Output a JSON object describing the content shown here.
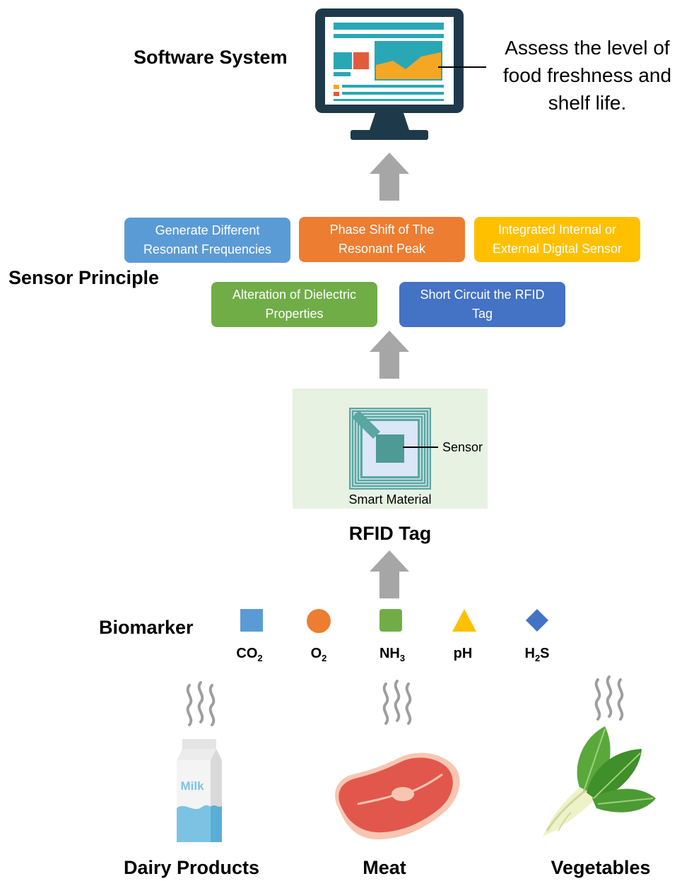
{
  "software": {
    "heading": "Software System",
    "note_lines": [
      "Assess the level of",
      "food freshness and",
      "shelf life."
    ]
  },
  "sensor_principle": {
    "heading": "Sensor Principle",
    "boxes": [
      {
        "lines": [
          "Generate Different",
          "Resonant Frequencies"
        ],
        "color": "#5b9bd5"
      },
      {
        "lines": [
          "Phase Shift of The",
          "Resonant Peak"
        ],
        "color": "#ed7d31"
      },
      {
        "lines": [
          "Integrated Internal or",
          "External Digital Sensor"
        ],
        "color": "#ffc000"
      },
      {
        "lines": [
          "Alteration of Dielectric",
          "Properties"
        ],
        "color": "#70ad47"
      },
      {
        "lines": [
          "Short Circuit the RFID",
          "Tag"
        ],
        "color": "#4472c4"
      }
    ]
  },
  "rfid": {
    "heading": "RFID Tag",
    "sensor_label": "Sensor",
    "material_label": "Smart Material"
  },
  "biomarker": {
    "heading": "Biomarker",
    "items": [
      {
        "base": "CO",
        "sub": "2",
        "tail": "",
        "shape": "square",
        "color": "#5b9bd5"
      },
      {
        "base": "O",
        "sub": "2",
        "tail": "",
        "shape": "circle",
        "color": "#ed7d31"
      },
      {
        "base": "NH",
        "sub": "3",
        "tail": "",
        "shape": "rounded-square",
        "color": "#70ad47"
      },
      {
        "base": "pH",
        "sub": "",
        "tail": "",
        "shape": "triangle",
        "color": "#ffc000"
      },
      {
        "base": "H",
        "sub": "2",
        "tail": "S",
        "shape": "diamond",
        "color": "#4472c4"
      }
    ]
  },
  "foods": {
    "dairy_label": "Dairy Products",
    "milk_text": "Milk",
    "meat_label": "Meat",
    "veg_label": "Vegetables"
  }
}
